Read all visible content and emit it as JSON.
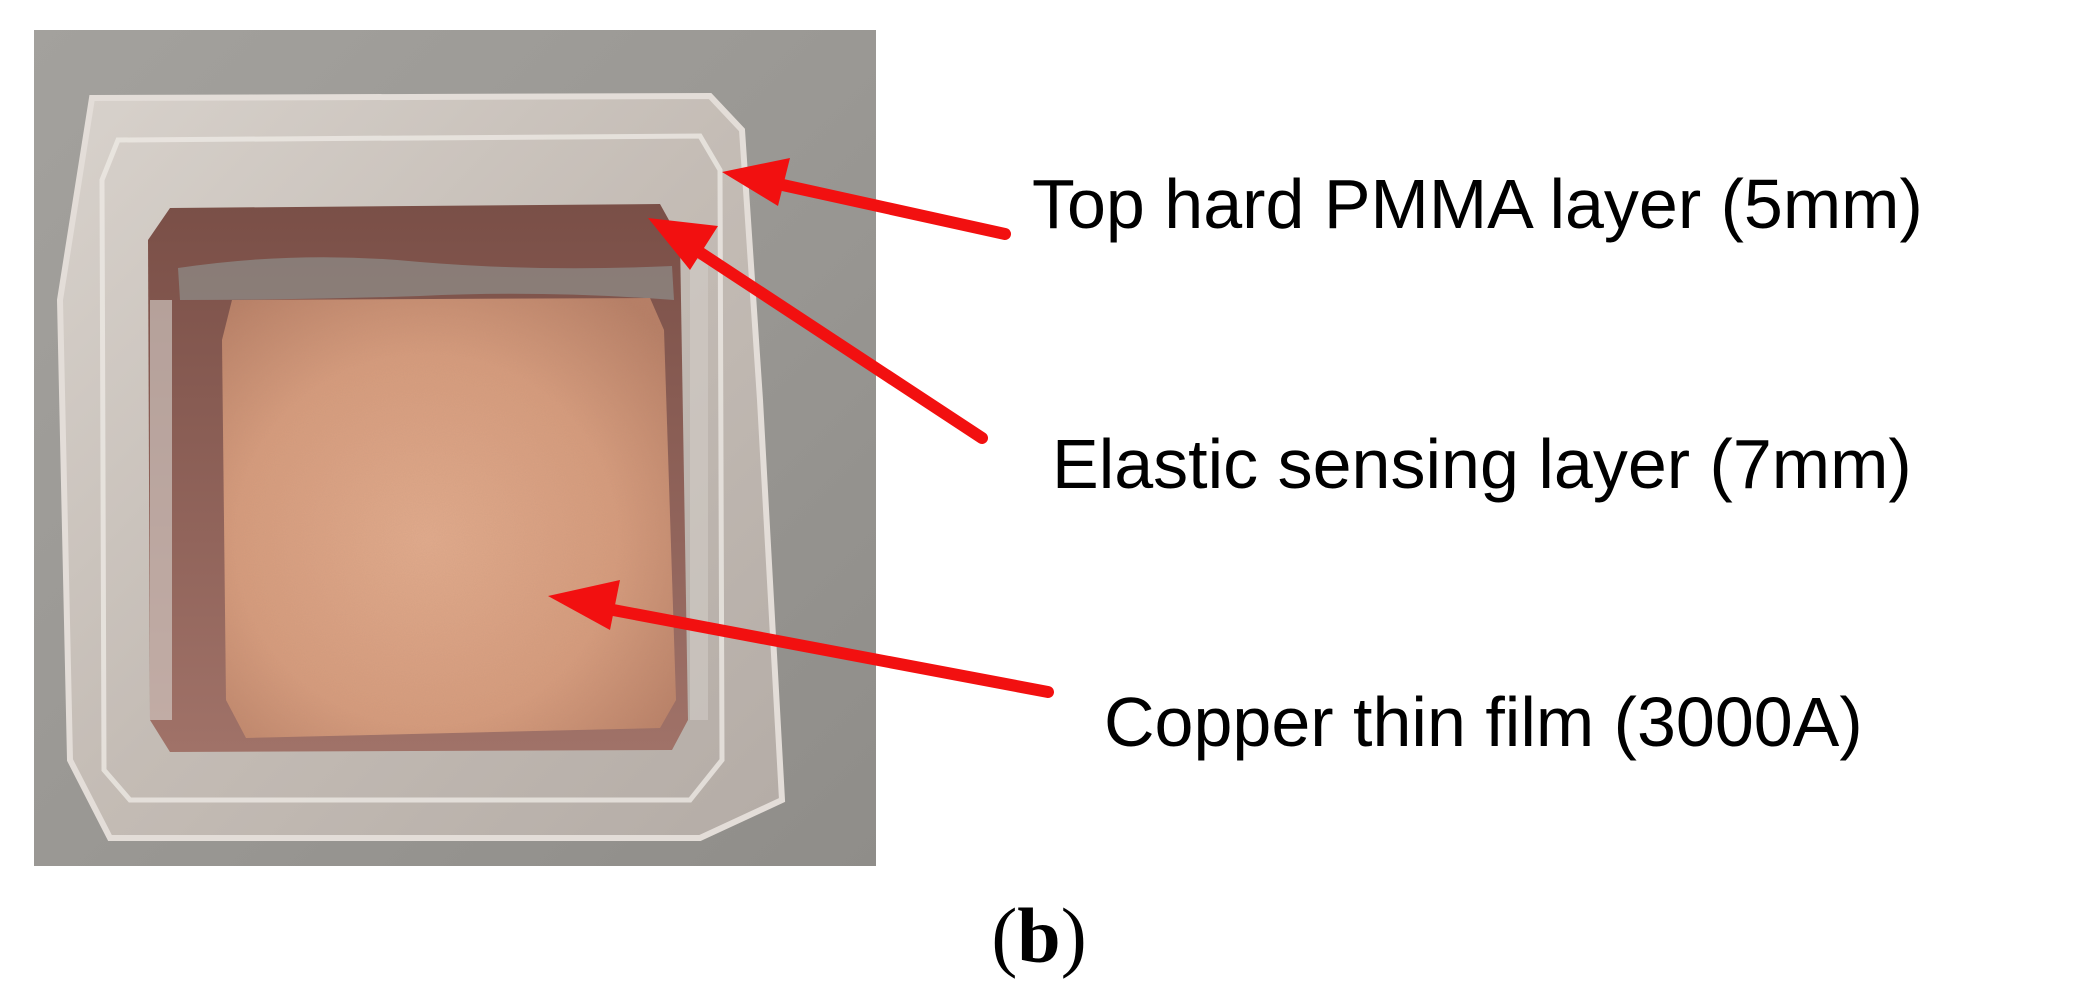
{
  "figure": {
    "labels": [
      {
        "text": "Top hard PMMA layer (5mm)"
      },
      {
        "text": "Elastic sensing layer (7mm)"
      },
      {
        "text": "Copper thin film (3000A)"
      }
    ],
    "caption": {
      "open_paren": "(",
      "letter": "b",
      "close_paren": ")"
    },
    "colors": {
      "arrow": "#f21010",
      "background_surface": "#9c9a96",
      "pmma": "#c9c2bc",
      "copper": "#d39a7c"
    }
  }
}
